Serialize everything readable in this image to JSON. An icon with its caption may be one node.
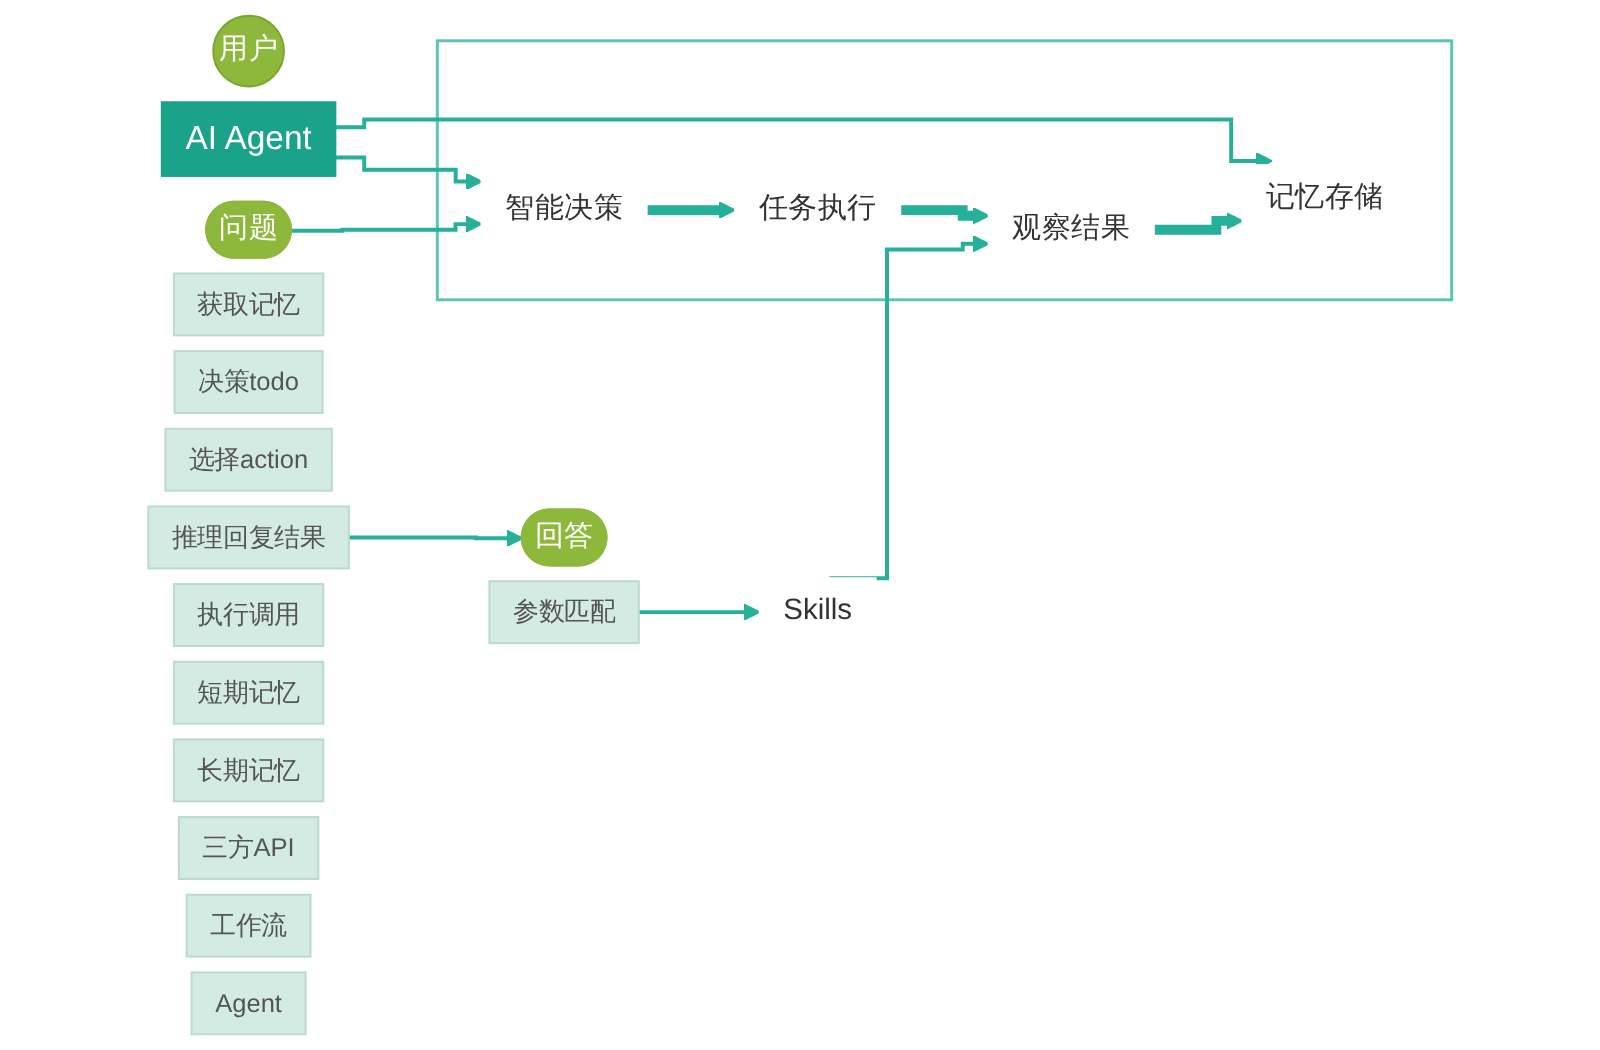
{
  "diagram": {
    "nodes": [
      {
        "text": [
          "用户"
        ]
      },
      {
        "text": [
          "AI Agent"
        ]
      },
      {
        "text": [],
        "shape": "box"
      },
      {
        "text": [
          "智能决策"
        ],
        "in": 2
      },
      {
        "text": [
          "任务执行"
        ],
        "in": 2
      },
      {
        "text": [
          "观察结果"
        ],
        "in": 2
      },
      {
        "text": [
          "记忆存储"
        ],
        "in": 2
      },
      {
        "text": [
          "问题"
        ]
      },
      {
        "text": [
          "获取记忆"
        ]
      },
      {
        "text": [
          "决策todo"
        ]
      },
      {
        "text": [
          "选择action"
        ]
      },
      {
        "text": [
          "推理回复结果"
        ]
      },
      {
        "text": [
          "参数匹配"
        ]
      },
      {
        "text": [
          "执行调用"
        ]
      },
      {
        "text": [
          "短期记忆"
        ]
      },
      {
        "text": [
          "长期记忆"
        ]
      },
      {
        "text": [
          "Skills"
        ]
      },
      {
        "text": [
          "三方API"
        ]
      },
      {
        "text": [
          "工作流"
        ]
      },
      {
        "text": [
          "Agent"
        ]
      },
      {
        "text": [
          "回答"
        ]
      }
    ],
    "edges": [
      {
        "from": 1,
        "to": 3,
        "arrow": "to"
      },
      {
        "from": 1,
        "to": 6,
        "arrow": "to"
      },
      {
        "from": 7,
        "to": 3,
        "arrow": "to"
      },
      {
        "from": 3,
        "to": 4,
        "arrow": "to",
        "style": "thick"
      },
      {
        "from": 4,
        "to": 5,
        "arrow": "to",
        "style": "thick"
      },
      {
        "from": 5,
        "to": 6,
        "arrow": "to",
        "style": "thick"
      },
      {
        "from": 12,
        "to": 16,
        "arrow": "to"
      },
      {
        "from": 16,
        "to": 5,
        "arrow": "to"
      },
      {
        "from": 11,
        "to": 20,
        "arrow": "to"
      }
    ]
  }
}
